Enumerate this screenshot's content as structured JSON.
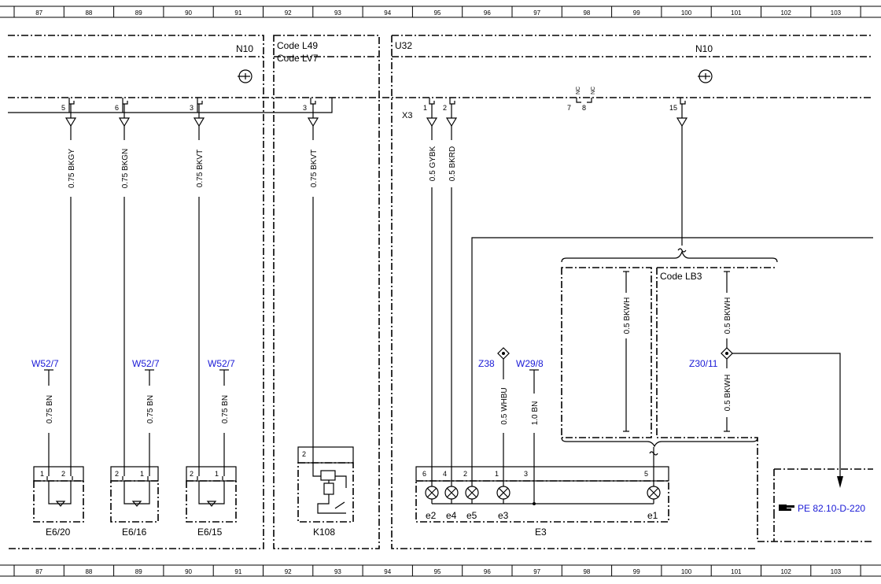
{
  "grid": {
    "columns": [
      "87",
      "88",
      "89",
      "90",
      "91",
      "92",
      "93",
      "94",
      "95",
      "96",
      "97",
      "98",
      "99",
      "100",
      "101",
      "102",
      "103"
    ]
  },
  "components": {
    "n10_left": "N10",
    "n10_right": "N10",
    "code_l49": "Code L49",
    "code_lv7": "Code LV7",
    "u32": "U32",
    "code_lb3": "Code LB3",
    "x3": "X3",
    "e6_20": "E6/20",
    "e6_16": "E6/16",
    "e6_15": "E6/15",
    "k108": "K108",
    "e3": "E3"
  },
  "pins": {
    "p5": "5",
    "p6": "6",
    "p3a": "3",
    "p3b": "3",
    "p1": "1",
    "p2": "2",
    "p7": "7",
    "p8": "8",
    "p15": "15",
    "e3_6": "6",
    "e3_4": "4",
    "e3_2": "2",
    "e3_1": "1",
    "e3_3": "3",
    "e3_5": "5",
    "lamp1a": "1",
    "lamp2a": "2",
    "lamp2b": "2",
    "lamp1b": "1",
    "lamp2c": "2",
    "lamp1c": "1",
    "k108_2": "2"
  },
  "nc": {
    "a": "NC",
    "b": "NC"
  },
  "wires": {
    "w1": "0.75 BKGY",
    "w2": "0.75 BKGN",
    "w3": "0.75 BKVT",
    "w4": "0.75 BKVT",
    "w5": "0.5 GYBK",
    "w6": "0.5 BKRD",
    "w7": "0.5 BKWH",
    "w8": "0.5 BKWH",
    "w9": "0.5 BKWH",
    "gnd1": "0.75 BN",
    "gnd2": "0.75 BN",
    "gnd3": "0.75 BN",
    "w10": "0.5 WHBU",
    "w11": "1.0 BN"
  },
  "refs": {
    "w52a": "W52/7",
    "w52b": "W52/7",
    "w52c": "W52/7",
    "z38": "Z38",
    "w29": "W29/8",
    "z30": "Z30/11"
  },
  "lamps": {
    "e2": "e2",
    "e4": "e4",
    "e5": "e5",
    "e3": "e3",
    "e1": "e1"
  },
  "pe_ref": "PE 82.10-D-220"
}
